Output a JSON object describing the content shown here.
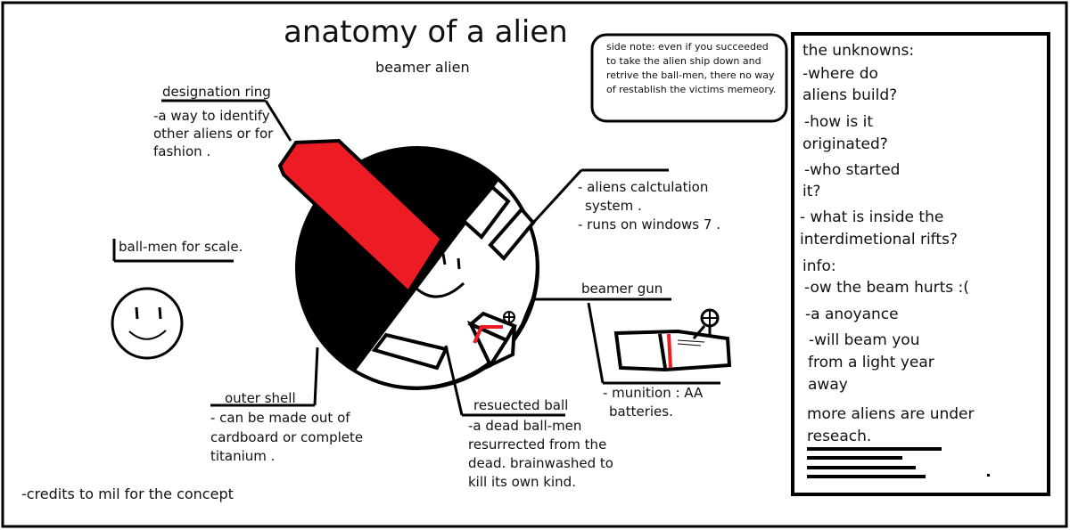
{
  "title": "anatomy of a alien",
  "subtitle": "beamer alien",
  "side_note": "side note: even if you succeeded to take the alien ship down and retrive the ball-men, there no way of restablish the victims memeory.",
  "labels": {
    "designation_ring": {
      "heading": "designation ring",
      "lines": [
        "-a way to identify",
        "other aliens or for",
        "fashion ."
      ]
    },
    "ball_men": {
      "heading": "ball-men for scale."
    },
    "outer_shell": {
      "heading": "outer shell",
      "lines": [
        "- can be made out of",
        "cardboard or complete",
        "titanium ."
      ]
    },
    "calc_system": {
      "lines": [
        "- aliens calctulation",
        "system .",
        "- runs on windows 7 ."
      ]
    },
    "beamer_gun": {
      "heading": "beamer gun",
      "lines": [
        "- munition : AA",
        "batteries."
      ]
    },
    "resurrected_ball": {
      "heading": "resuected ball",
      "lines": [
        "-a dead ball-men",
        "resurrected from the",
        "dead. brainwashed to",
        "kill its own kind."
      ]
    }
  },
  "panel": {
    "unknowns_lines": [
      "the unknowns:",
      "-where do",
      "aliens build?",
      "-how is it",
      "originated?",
      "-who started",
      "it?",
      "- what is inside the",
      "interdimetional rifts?"
    ],
    "info_lines": [
      "info:",
      "-ow the beam hurts :(",
      "-a anoyance",
      "-will beam you",
      "from a light year",
      "away"
    ],
    "more_lines": [
      "more aliens are under",
      "reseach."
    ]
  },
  "credits": "-credits to mil for the concept",
  "colors": {
    "ring": "#ed1c24",
    "ink": "#000000",
    "paper": "#ffffff"
  }
}
